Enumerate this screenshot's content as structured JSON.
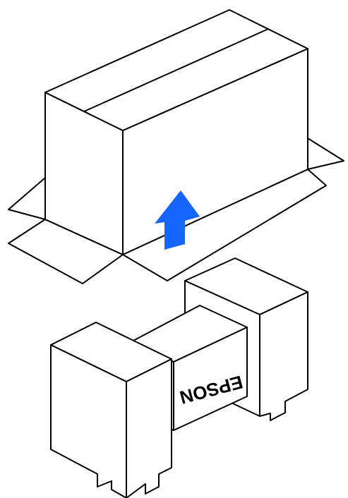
{
  "printer_label": "EPSON",
  "arrow_color": "#1565ff",
  "icons": {
    "carton": "open-carton-box",
    "arrow": "lift-up-arrow",
    "printer": "printer-with-packing-foam"
  }
}
